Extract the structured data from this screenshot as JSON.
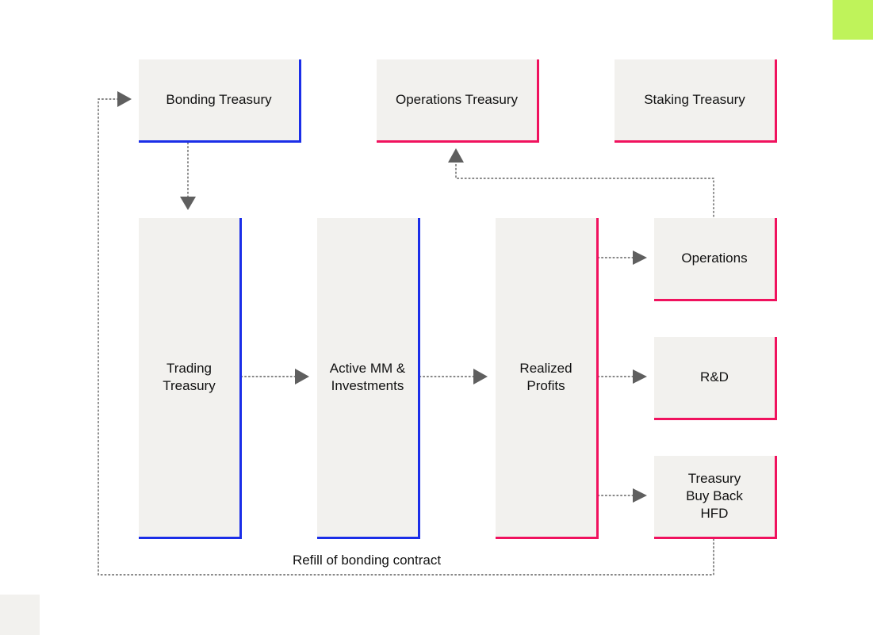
{
  "colors": {
    "box_fill": "#f2f1ee",
    "accent_blue": "#1b2ee8",
    "accent_pink": "#f0125e",
    "arrow_gray": "#5f5f5f",
    "corner_lime": "#bff35a",
    "corner_gray": "#f2f1ee"
  },
  "nodes": {
    "bonding_treasury": "Bonding Treasury",
    "operations_treasury": "Operations Treasury",
    "staking_treasury": "Staking Treasury",
    "trading_treasury": "Trading\nTreasury",
    "active_mm": "Active MM &\nInvestments",
    "realized_profits": "Realized\nProfits",
    "operations": "Operations",
    "rnd": "R&D",
    "buyback": "Treasury\nBuy Back\nHFD"
  },
  "edge_labels": {
    "refill": "Refill of bonding contract"
  }
}
